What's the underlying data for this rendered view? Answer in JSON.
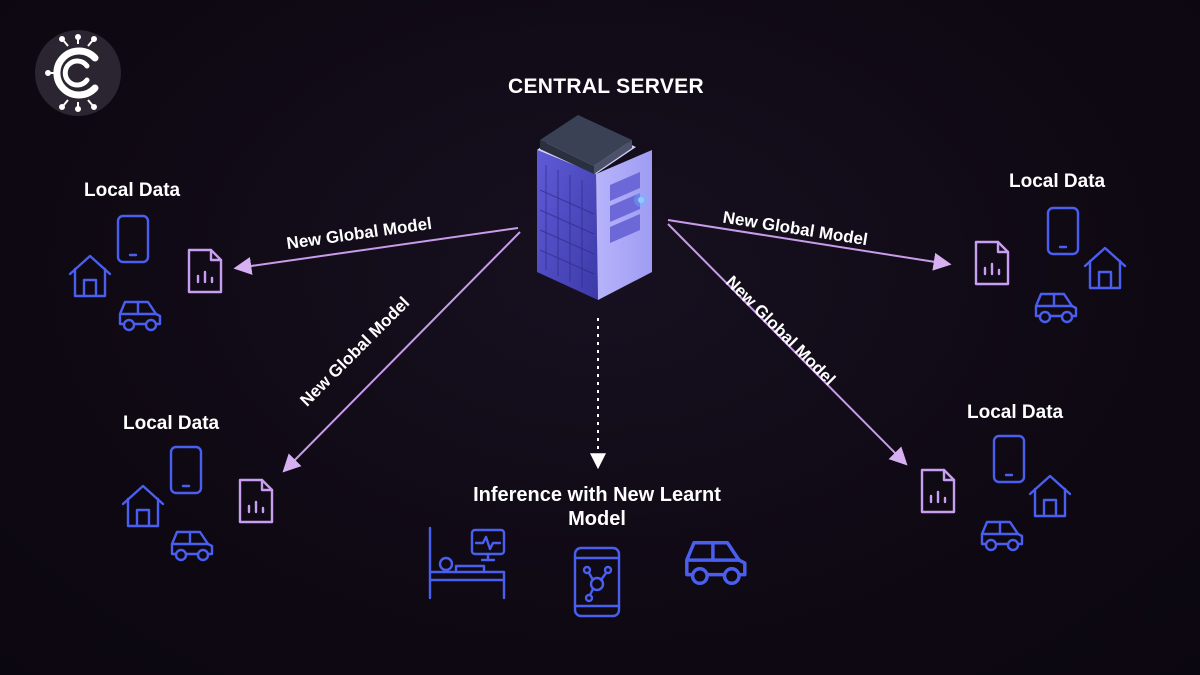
{
  "diagram": {
    "central_label": "CENTRAL SERVER",
    "edge_label": "New Global Model",
    "nodes": [
      {
        "label": "Local Data",
        "icons": [
          "phone-icon",
          "house-icon",
          "document-chart-icon",
          "car-icon"
        ]
      },
      {
        "label": "Local Data",
        "icons": [
          "phone-icon",
          "house-icon",
          "document-chart-icon",
          "car-icon"
        ]
      },
      {
        "label": "Local Data",
        "icons": [
          "phone-icon",
          "house-icon",
          "document-chart-icon",
          "car-icon"
        ]
      },
      {
        "label": "Local Data",
        "icons": [
          "phone-icon",
          "house-icon",
          "document-chart-icon",
          "car-icon"
        ]
      }
    ],
    "inference": {
      "label": "Inference with New Learnt Model",
      "icons": [
        "hospital-bed-monitor-icon",
        "phone-network-icon",
        "car-icon"
      ]
    }
  },
  "colors": {
    "background": "#0f0914",
    "arrow": "#c79ce8",
    "device_blue": "#4a5ef0",
    "document_purple": "#c89ef0",
    "server": "#8f8df2",
    "text": "#ffffff"
  },
  "logo": {
    "icon": "circuit-c-logo-icon"
  }
}
